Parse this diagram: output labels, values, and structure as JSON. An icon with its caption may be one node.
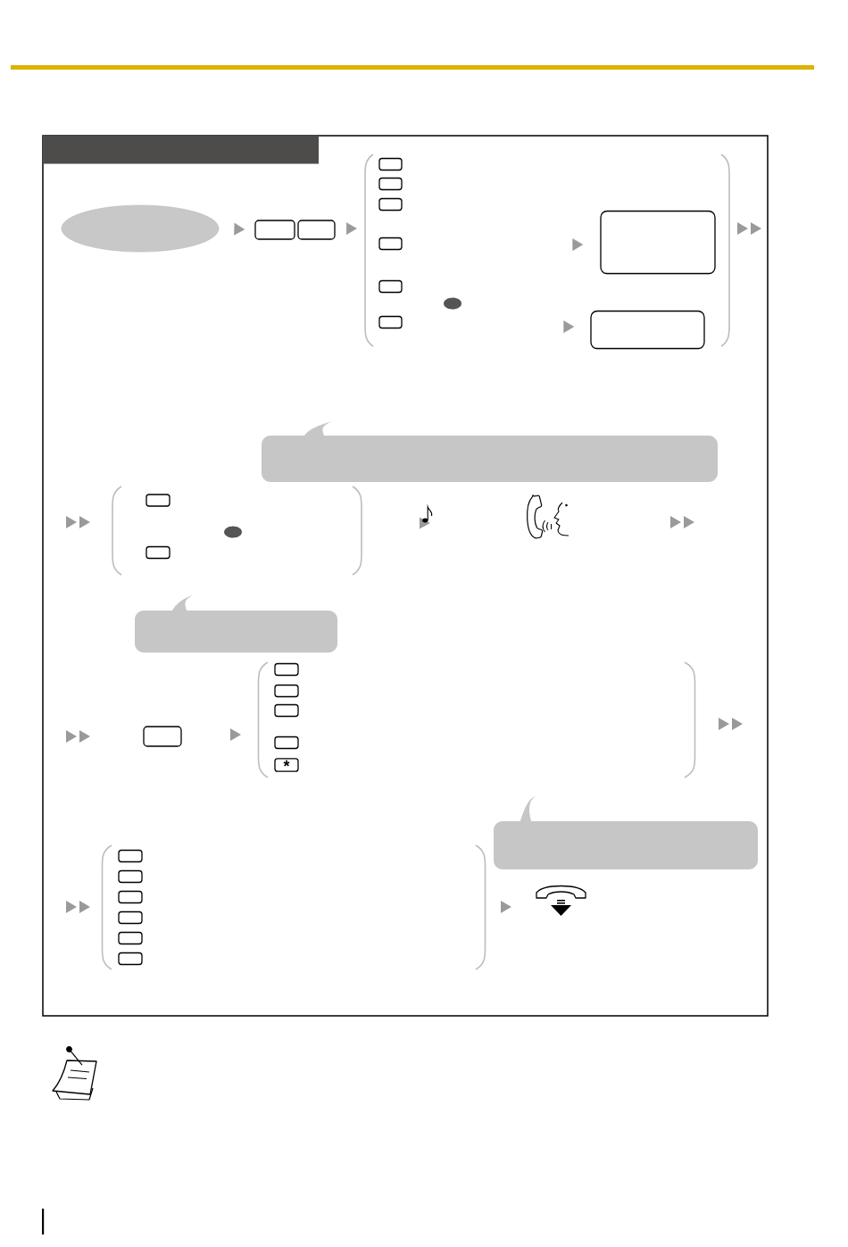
{
  "diagram": {
    "nodes": [
      {
        "text": [],
        "shape": "ellipse"
      },
      {
        "text": [],
        "shape": "box"
      },
      {
        "text": [],
        "shape": "box"
      },
      {
        "text": [],
        "shape": "box"
      },
      {
        "text": [],
        "shape": "box"
      },
      {
        "text": [],
        "shape": "box"
      },
      {
        "text": [],
        "shape": "box"
      },
      {
        "text": [],
        "shape": "box"
      },
      {
        "text": [],
        "shape": "box"
      },
      {
        "text": [],
        "shape": "box"
      },
      {
        "text": [],
        "shape": "box"
      },
      {
        "text": [],
        "shape": "bubble"
      },
      {
        "text": [],
        "shape": "box"
      },
      {
        "text": [],
        "shape": "box"
      },
      {
        "text": [],
        "shape": "bubble"
      },
      {
        "text": [],
        "shape": "box"
      },
      {
        "text": [],
        "shape": "box"
      },
      {
        "text": [],
        "shape": "box"
      },
      {
        "text": [],
        "shape": "box"
      },
      {
        "text": [],
        "shape": "box"
      },
      {
        "text": [
          "*"
        ]
      },
      {
        "text": [],
        "shape": "bubble"
      },
      {
        "text": [],
        "shape": "box"
      },
      {
        "text": [],
        "shape": "box"
      },
      {
        "text": [],
        "shape": "box"
      },
      {
        "text": [],
        "shape": "box"
      },
      {
        "text": [],
        "shape": "box"
      },
      {
        "text": [],
        "shape": "box"
      },
      {
        "text": [],
        "shape": "picture"
      }
    ],
    "edges": [
      {
        "from": 0,
        "to": 1,
        "arrow": "to"
      },
      {
        "from": 2,
        "to": null,
        "arrow": "to"
      },
      {
        "from": null,
        "to": 9,
        "arrow": "to"
      },
      {
        "from": null,
        "to": 10,
        "arrow": "to"
      }
    ]
  }
}
